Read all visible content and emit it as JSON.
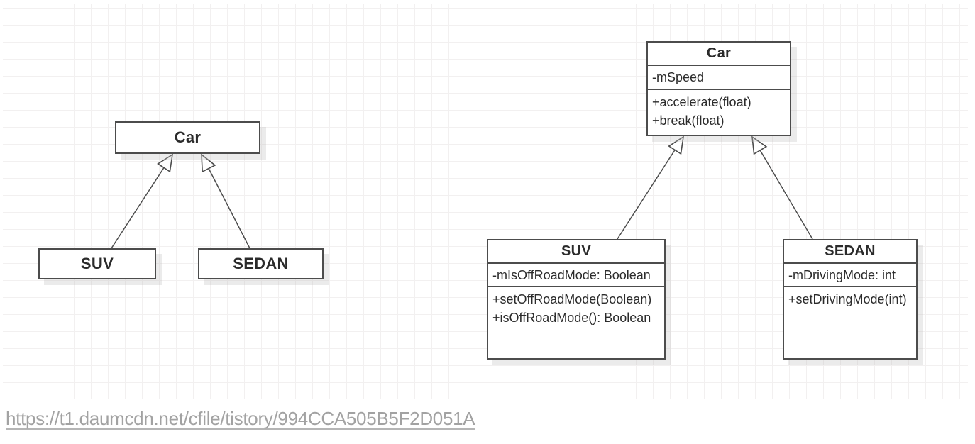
{
  "diagram_simple": {
    "parent": {
      "label": "Car"
    },
    "children": [
      {
        "label": "SUV"
      },
      {
        "label": "SEDAN"
      }
    ]
  },
  "diagram_detailed": {
    "classes": [
      {
        "name": "Car",
        "attributes": [
          "-mSpeed"
        ],
        "methods": [
          "+accelerate(float)",
          "+break(float)"
        ]
      },
      {
        "name": "SUV",
        "attributes": [
          "-mIsOffRoadMode: Boolean"
        ],
        "methods": [
          "+setOffRoadMode(Boolean)",
          "+isOffRoadMode(): Boolean"
        ]
      },
      {
        "name": "SEDAN",
        "attributes": [
          "-mDrivingMode: int"
        ],
        "methods": [
          "+setDrivingMode(int)"
        ]
      }
    ]
  },
  "relationships": [
    {
      "type": "inheritance",
      "from": "SUV",
      "to": "Car",
      "diagram": "simple"
    },
    {
      "type": "inheritance",
      "from": "SEDAN",
      "to": "Car",
      "diagram": "simple"
    },
    {
      "type": "inheritance",
      "from": "SUV",
      "to": "Car",
      "diagram": "detailed"
    },
    {
      "type": "inheritance",
      "from": "SEDAN",
      "to": "Car",
      "diagram": "detailed"
    }
  ],
  "colors": {
    "box_border": "#4c4c4c",
    "box_fill": "#ffffff",
    "grid_line": "#f2f0f0",
    "text": "#2b2b2b",
    "link": "#a2a2a2"
  },
  "footer": {
    "url": "https://t1.daumcdn.net/cfile/tistory/994CCA505B5F2D051A"
  }
}
